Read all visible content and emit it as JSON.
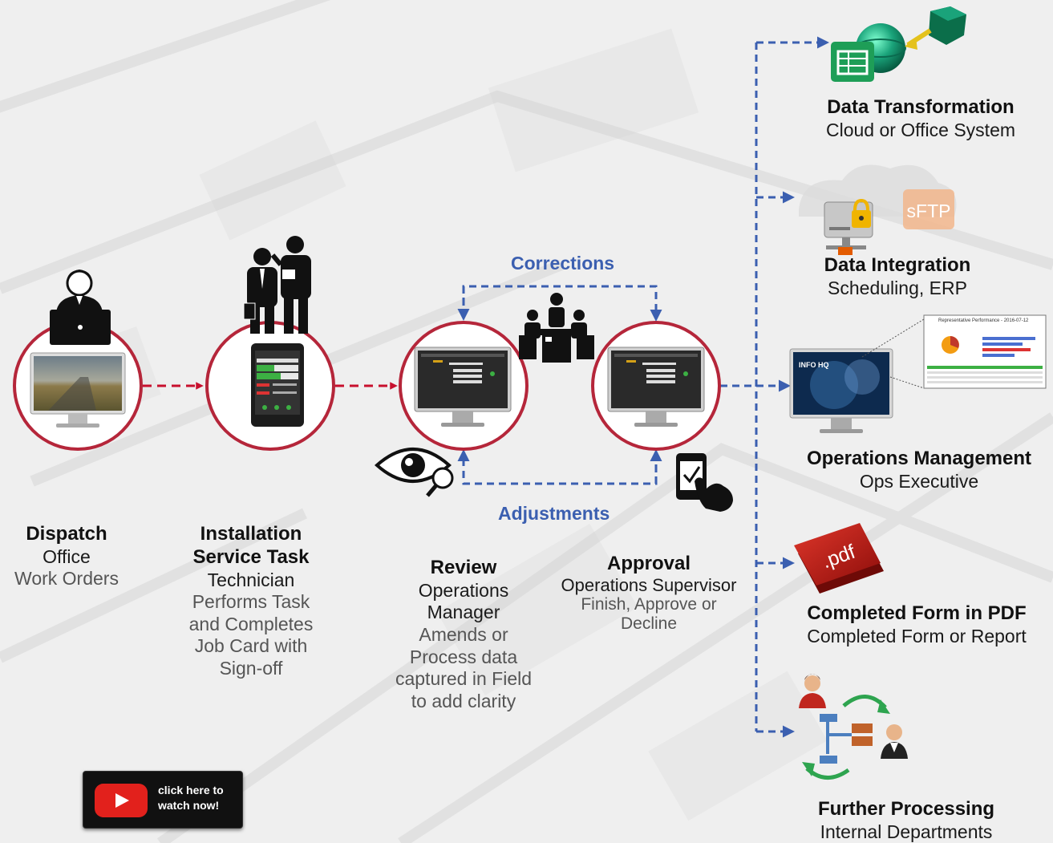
{
  "flow_labels": {
    "corrections": "Corrections",
    "adjustments": "Adjustments"
  },
  "stages": [
    {
      "title": "Dispatch",
      "subtitle": "Office",
      "detail": [
        "Work Orders"
      ]
    },
    {
      "title": "Installation",
      "title2": "Service Task",
      "subtitle": "Technician",
      "detail": [
        "Performs Task",
        "and Completes",
        "Job Card  with",
        "Sign-off"
      ]
    },
    {
      "title": "Review",
      "subtitle": "Operations",
      "subtitle2": "Manager",
      "detail": [
        "Amends  or",
        "Process data",
        "captured in Field",
        "to add clarity"
      ]
    },
    {
      "title": "Approval",
      "subtitle": "Operations Supervisor",
      "detail": [
        "Finish, Approve or",
        "Decline"
      ]
    }
  ],
  "outputs": [
    {
      "title": "Data Transformation",
      "subtitle": "Cloud or Office System"
    },
    {
      "title": "Data Integration",
      "subtitle": "Scheduling, ERP"
    },
    {
      "title": "Operations Management",
      "subtitle": "Ops Executive"
    },
    {
      "title": "Completed Form in PDF",
      "subtitle": "Completed Form or Report"
    },
    {
      "title": "Further Processing",
      "subtitle": "Internal Departments"
    }
  ],
  "icon_texts": {
    "sftp": "sFTP",
    "pdf": ".pdf",
    "info_hq": "INFO HQ",
    "report_title": "Representative Performance - 2016-07-12"
  },
  "video_button": {
    "line1": "click here to",
    "line2": "watch now!"
  },
  "colors": {
    "circle_border": "#b5263a",
    "arrow_red": "#c8102e",
    "flow_blue": "#3b5fb0",
    "youtube_red": "#e2211c"
  }
}
